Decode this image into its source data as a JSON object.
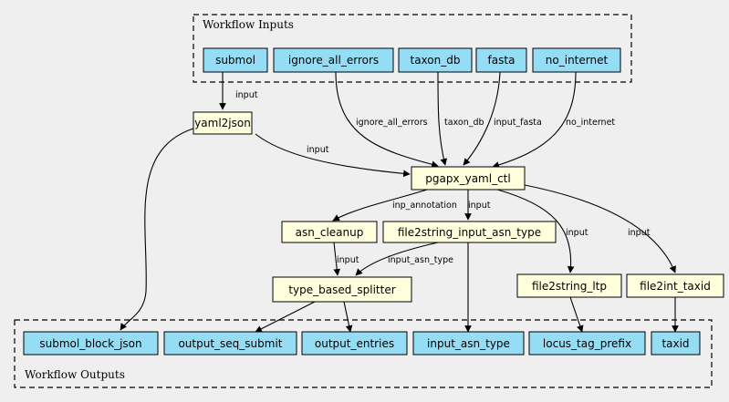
{
  "clusters": {
    "inputs_label": "Workflow Inputs",
    "outputs_label": "Workflow Outputs"
  },
  "inputs": {
    "submol": "submol",
    "ignore_all_errors": "ignore_all_errors",
    "taxon_db": "taxon_db",
    "fasta": "fasta",
    "no_internet": "no_internet"
  },
  "steps": {
    "yaml2json": "yaml2json",
    "pgapx_yaml_ctl": "pgapx_yaml_ctl",
    "asn_cleanup": "asn_cleanup",
    "file2string_input_asn_type": "file2string_input_asn_type",
    "type_based_splitter": "type_based_splitter",
    "file2string_ltp": "file2string_ltp",
    "file2int_taxid": "file2int_taxid"
  },
  "outputs": {
    "submol_block_json": "submol_block_json",
    "output_seq_submit": "output_seq_submit",
    "output_entries": "output_entries",
    "input_asn_type": "input_asn_type",
    "locus_tag_prefix": "locus_tag_prefix",
    "taxid": "taxid"
  },
  "edges": {
    "submol_to_yaml2json": "input",
    "ignore_to_pgapx": "ignore_all_errors",
    "taxon_to_pgapx": "taxon_db",
    "fasta_to_pgapx": "input_fasta",
    "nointernet_to_pgapx": "no_internet",
    "yaml2json_to_pgapx": "input",
    "pgapx_to_asn_cleanup": "inp_annotation",
    "pgapx_to_file2string": "input",
    "pgapx_to_ltp": "input",
    "pgapx_to_taxid": "input",
    "asn_cleanup_to_splitter": "input",
    "file2string_to_splitter": "input_asn_type"
  }
}
